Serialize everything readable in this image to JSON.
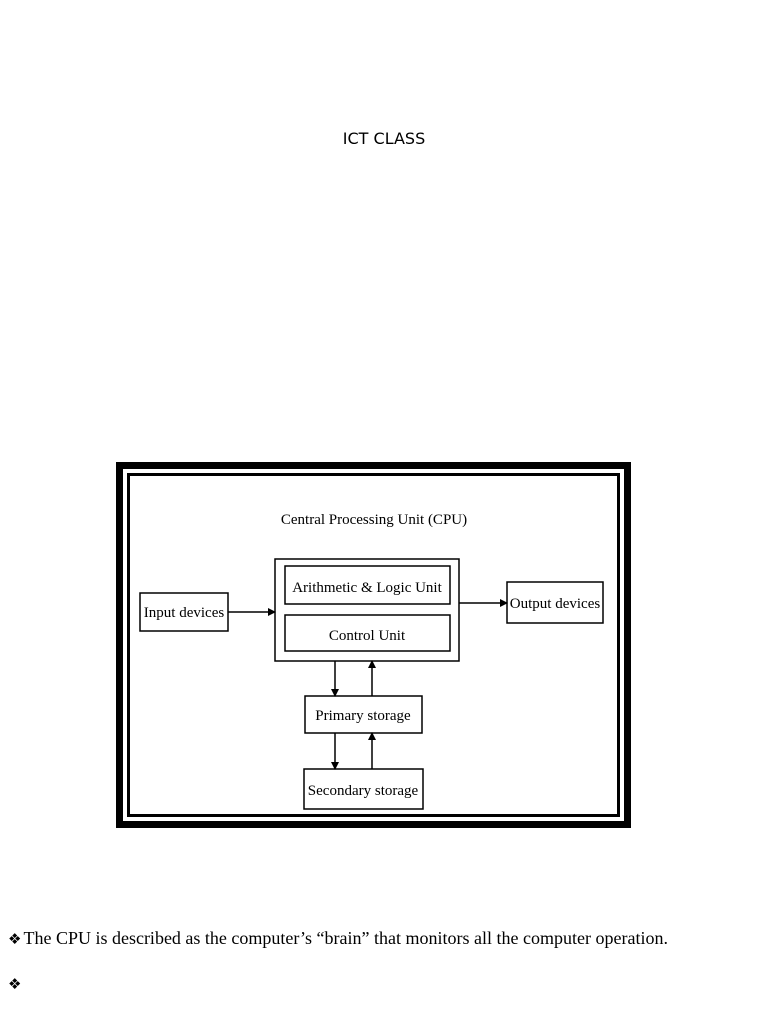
{
  "page": {
    "title": "ICT CLASS"
  },
  "diagram": {
    "cpu_label": "Central Processing Unit (CPU)",
    "alu_label": "Arithmetic & Logic Unit",
    "control_label": "Control Unit",
    "input_label": "Input devices",
    "output_label": "Output devices",
    "primary_label": "Primary storage",
    "secondary_label": "Secondary storage"
  },
  "bullets": [
    {
      "mark": "❖",
      "text": "The CPU is described as the computer’s “brain” that monitors all the computer operation."
    },
    {
      "mark": "❖",
      "text": ""
    }
  ]
}
